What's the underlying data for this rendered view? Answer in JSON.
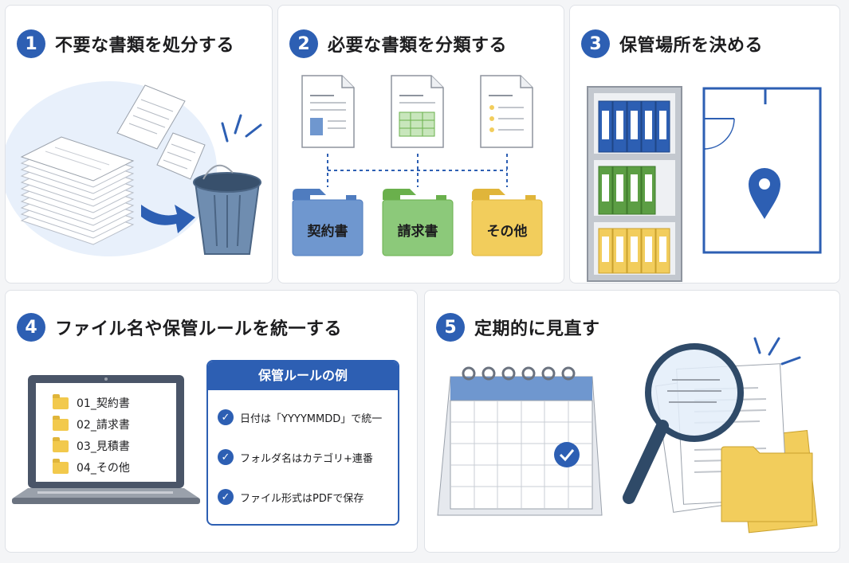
{
  "steps": [
    {
      "number": "1",
      "title": "不要な書類を処分する"
    },
    {
      "number": "2",
      "title": "必要な書類を分類する"
    },
    {
      "number": "3",
      "title": "保管場所を決める"
    },
    {
      "number": "4",
      "title": "ファイル名や保管ルールを統一する"
    },
    {
      "number": "5",
      "title": "定期的に見直す"
    }
  ],
  "categories": [
    "契約書",
    "請求書",
    "その他"
  ],
  "laptop_files": [
    "01_契約書",
    "02_請求書",
    "03_見積書",
    "04_その他"
  ],
  "rules": {
    "header": "保管ルールの例",
    "items": [
      "日付は「YYYYMMDD」で統一",
      "フォルダ名はカテゴリ+連番",
      "ファイル形式はPDFで保存"
    ]
  },
  "colors": {
    "accent": "#2d5fb3",
    "contract": "#6f97cf",
    "invoice": "#8cc97a",
    "other": "#f2cd5c"
  }
}
